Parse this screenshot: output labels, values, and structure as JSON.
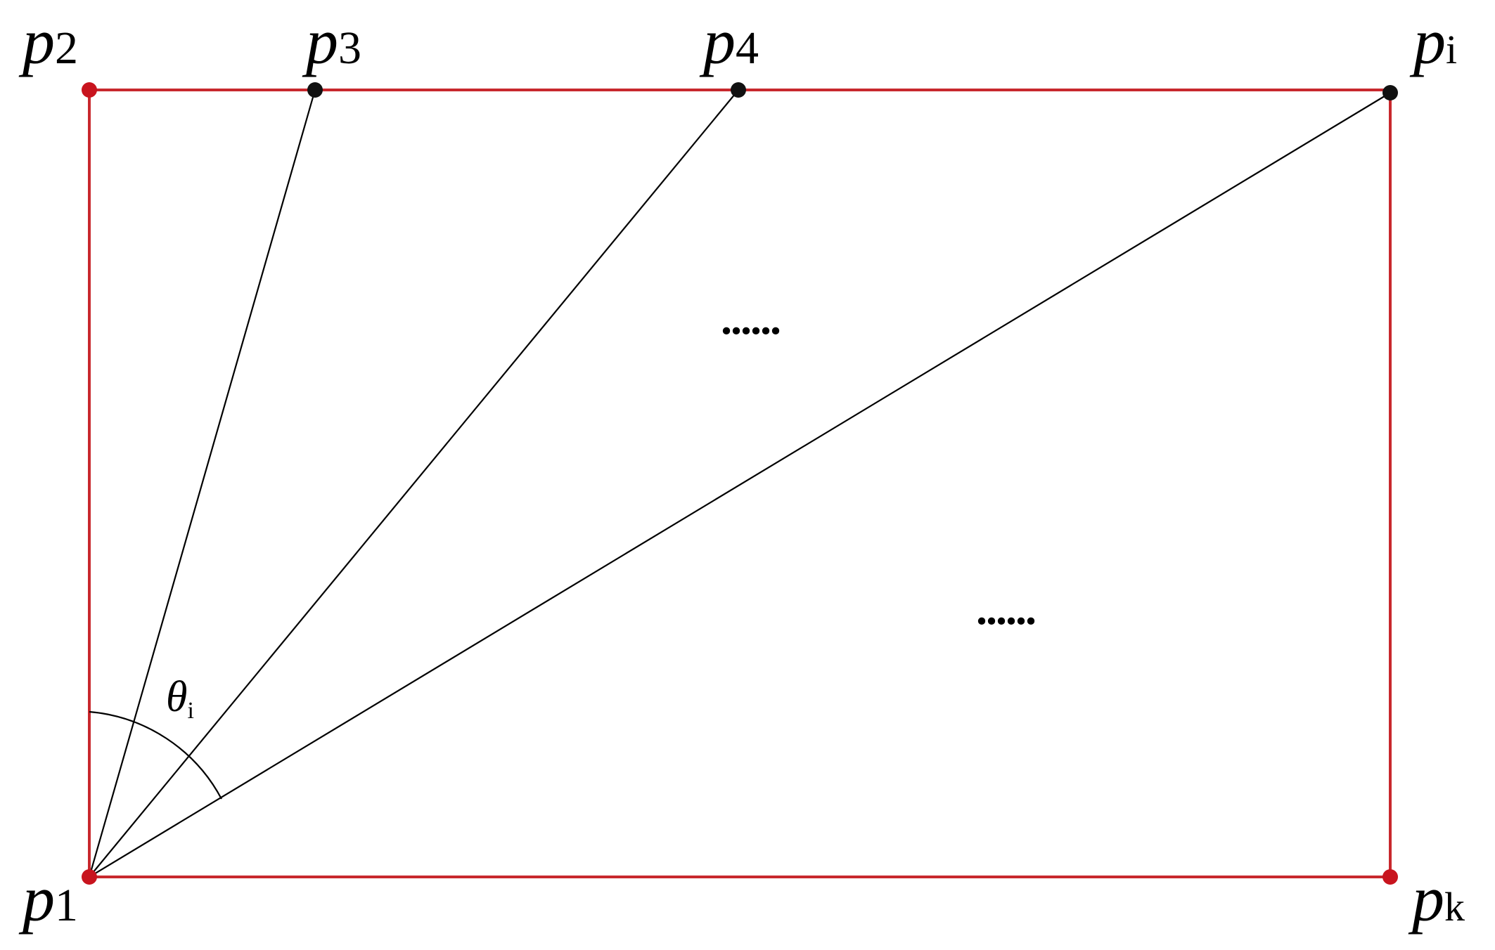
{
  "colors": {
    "edge": "#c8282d",
    "corner_points": "#c8141e",
    "ray_points": "#111111",
    "rays": "#000000"
  },
  "labels": {
    "p1": {
      "base": "p",
      "sub": "1"
    },
    "p2": {
      "base": "p",
      "sub": "2"
    },
    "p3": {
      "base": "p",
      "sub": "3"
    },
    "p4": {
      "base": "p",
      "sub": "4"
    },
    "pi": {
      "base": "p",
      "sub": "i"
    },
    "pk": {
      "base": "p",
      "sub": "k"
    },
    "theta": {
      "base": "θ",
      "sub": "i"
    }
  },
  "ellipsis_upper": "......",
  "ellipsis_lower": "......"
}
